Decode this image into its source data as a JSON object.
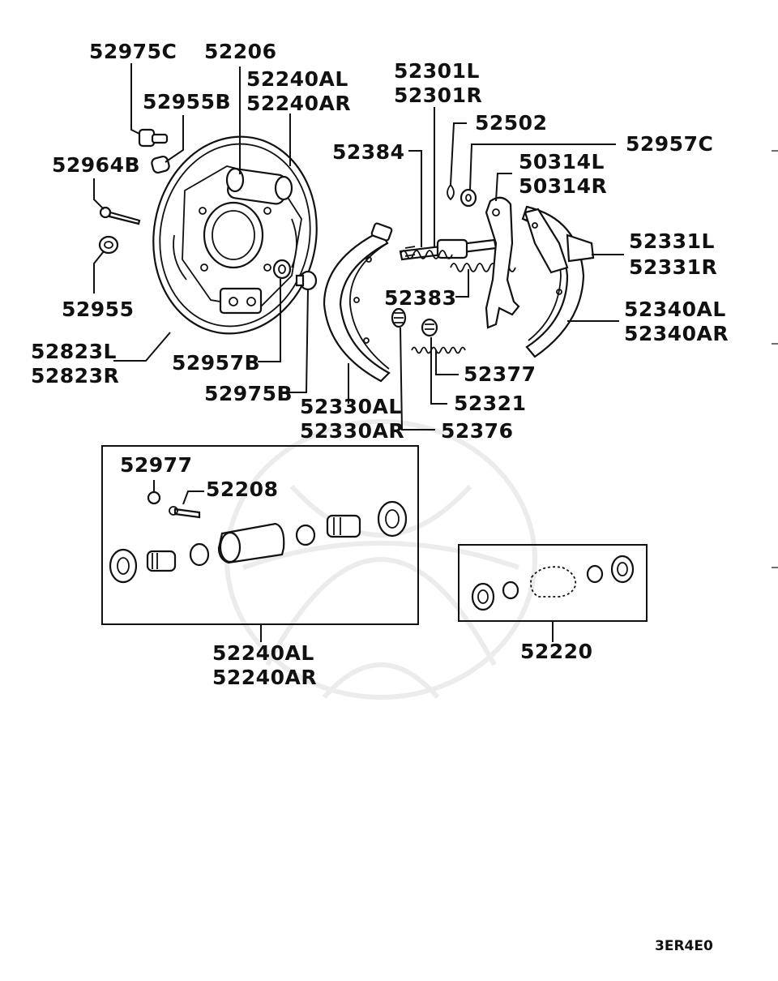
{
  "labels": {
    "l_52975C": "52975C",
    "l_52206": "52206",
    "l_52240AL_top": "52240AL",
    "l_52240AR_top": "52240AR",
    "l_52955B": "52955B",
    "l_52964B": "52964B",
    "l_52955": "52955",
    "l_52823L": "52823L",
    "l_52823R": "52823R",
    "l_52957B": "52957B",
    "l_52975B": "52975B",
    "l_52301L": "52301L",
    "l_52301R": "52301R",
    "l_52502": "52502",
    "l_52957C": "52957C",
    "l_52384": "52384",
    "l_50314L": "50314L",
    "l_50314R": "50314R",
    "l_52331L": "52331L",
    "l_52331R": "52331R",
    "l_52383": "52383",
    "l_52340AL": "52340AL",
    "l_52340AR": "52340AR",
    "l_52377": "52377",
    "l_52321": "52321",
    "l_52330AL": "52330AL",
    "l_52330AR": "52330AR",
    "l_52376": "52376",
    "l_52977": "52977",
    "l_52208": "52208",
    "l_52240AL_bot": "52240AL",
    "l_52240AR_bot": "52240AR",
    "l_52220": "52220"
  },
  "diagram_code": "3ER4E0"
}
